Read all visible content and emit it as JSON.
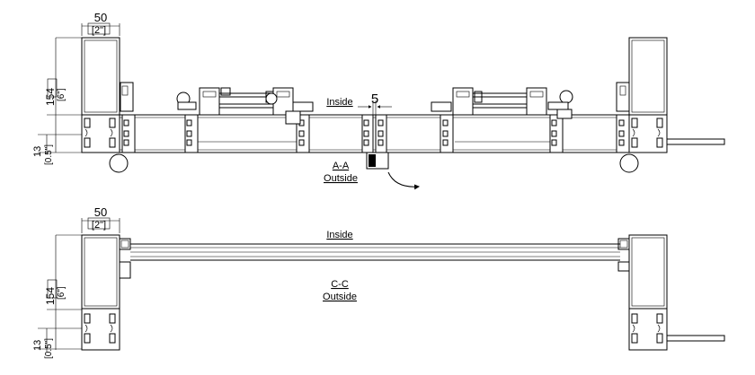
{
  "section_aa": {
    "dim_width": "50",
    "dim_width_imperial": "[2\"]",
    "dim_height": "154",
    "dim_height_imperial": "[6\"]",
    "dim_small": "13",
    "dim_small_imperial": "[0.5\"]",
    "gap_dim": "5",
    "inside_label": "Inside",
    "section_label": "A-A",
    "outside_label": "Outside"
  },
  "section_cc": {
    "dim_width": "50",
    "dim_width_imperial": "[2\"]",
    "dim_height": "154",
    "dim_height_imperial": "[6\"]",
    "dim_small": "13",
    "dim_small_imperial": "[0.5\"]",
    "inside_label": "Inside",
    "section_label": "C-C",
    "outside_label": "Outside"
  },
  "colors": {
    "line": "#000000",
    "background": "#ffffff"
  }
}
